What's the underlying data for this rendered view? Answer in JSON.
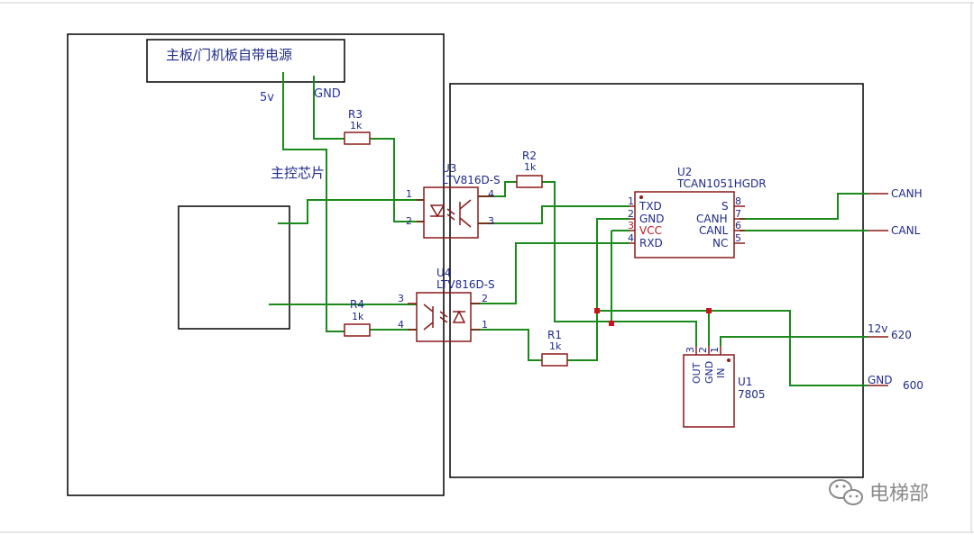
{
  "power_box": {
    "label": "主板/门机板自带电源",
    "pin_5v": "5v",
    "pin_gnd": "GND"
  },
  "mcu_label": "主控芯片",
  "resistors": {
    "r1": {
      "ref": "R1",
      "value": "1k"
    },
    "r2": {
      "ref": "R2",
      "value": "1k"
    },
    "r3": {
      "ref": "R3",
      "value": "1k"
    },
    "r4": {
      "ref": "R4",
      "value": "1k"
    }
  },
  "u3": {
    "ref": "U3",
    "part": "LTV816D-S",
    "pins": [
      "1",
      "2",
      "3",
      "4"
    ]
  },
  "u4": {
    "ref": "U4",
    "part": "LTV816D-S",
    "pins": [
      "3",
      "4",
      "2",
      "1"
    ]
  },
  "u2": {
    "ref": "U2",
    "part": "TCAN1051HGDR",
    "left_pins": [
      {
        "num": "1",
        "name": "TXD"
      },
      {
        "num": "2",
        "name": "GND"
      },
      {
        "num": "3",
        "name": "VCC"
      },
      {
        "num": "4",
        "name": "RXD"
      }
    ],
    "right_pins": [
      {
        "num": "8",
        "name": "S"
      },
      {
        "num": "7",
        "name": "CANH"
      },
      {
        "num": "6",
        "name": "CANL"
      },
      {
        "num": "5",
        "name": "NC"
      }
    ]
  },
  "u1": {
    "ref": "U1",
    "part": "7805",
    "pins": [
      {
        "num": "3",
        "name": "OUT"
      },
      {
        "num": "2",
        "name": "GND"
      },
      {
        "num": "1",
        "name": "IN"
      }
    ]
  },
  "connectors": {
    "canh": "CANH",
    "canl": "CANL",
    "v12_net": "12v",
    "v12_pin": "620",
    "gnd_net": "GND",
    "gnd_pin": "600"
  },
  "watermark": {
    "text": "电梯部",
    "icon": "wechat-icon"
  },
  "colors": {
    "wire": "#1a8a1a",
    "component": "#8b1a1a",
    "text": "#1e2a8a",
    "vcc_text": "#c8141e"
  }
}
